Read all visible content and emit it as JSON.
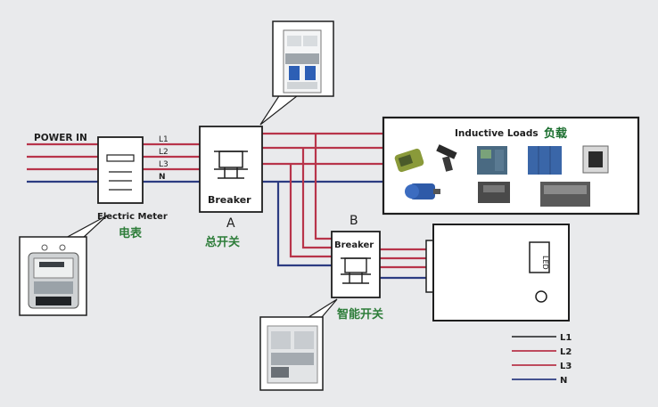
{
  "diagram": {
    "power_in": "POWER IN",
    "meter_label_en": "Electric Meter",
    "meter_label_cn": "电表",
    "breaker_main_label": "Breaker",
    "breaker_main_tag": "A",
    "breaker_main_cn": "总开关",
    "breaker_smart_label": "Breaker",
    "breaker_smart_tag": "B",
    "breaker_smart_cn": "智能开关",
    "loads_title": "Inductive Loads",
    "loads_title_cn": "负载",
    "line_labels": {
      "l1": "L1",
      "l2": "L2",
      "l3": "L3",
      "n": "N"
    },
    "legend": {
      "l1": "L1",
      "l2": "L2",
      "l3": "L3",
      "n": "N"
    },
    "panel_lamp_text": "LED"
  },
  "colors": {
    "phase": "#b8344a",
    "neutral": "#2c3c82",
    "outline": "#1e1e1e",
    "label_green": "#2e7d3a",
    "load_green": "#1a6e2e",
    "background": "#e9eaec",
    "box": "#ffffff"
  }
}
